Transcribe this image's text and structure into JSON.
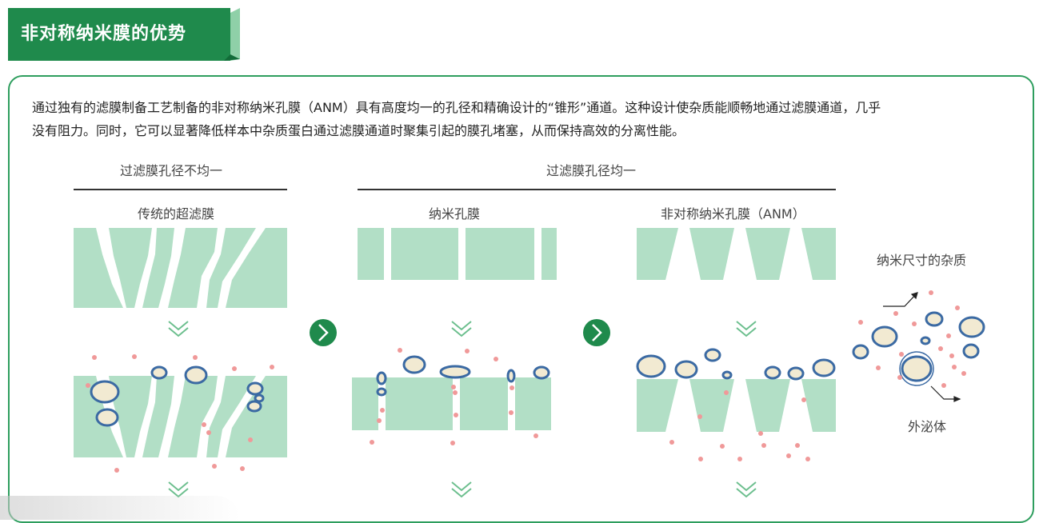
{
  "header": {
    "title": "非对称纳米膜的优势"
  },
  "intro": {
    "line1": "通过独有的滤膜制备工艺制备的非对称纳米孔膜（ANM）具有高度均一的孔径和精确设计的“锥形”通道。这种设计使杂质能顺畅地通过滤膜通道，几乎",
    "line2": "没有阻力。同时，它可以显著降低样本中杂质蛋白通过滤膜通道时聚集引起的膜孔堵塞，从而保持高效的分离性能。"
  },
  "groups": {
    "nonuniform": "过滤膜孔径不均一",
    "uniform": "过滤膜孔径均一"
  },
  "membranes": {
    "traditional": "传统的超滤膜",
    "nano": "纳米孔膜",
    "anm": "非对称纳米孔膜（ANM）"
  },
  "legend": {
    "impurity": "纳米尺寸的杂质",
    "exosome": "外泌体"
  },
  "colors": {
    "brand_green": "#1f8a4c",
    "membrane": "#b2dfc6",
    "exosome_fill": "#f2ead2",
    "exosome_ring": "#3b6aa3",
    "impurity": "#f09999",
    "arrow": "#6cbf8e"
  }
}
